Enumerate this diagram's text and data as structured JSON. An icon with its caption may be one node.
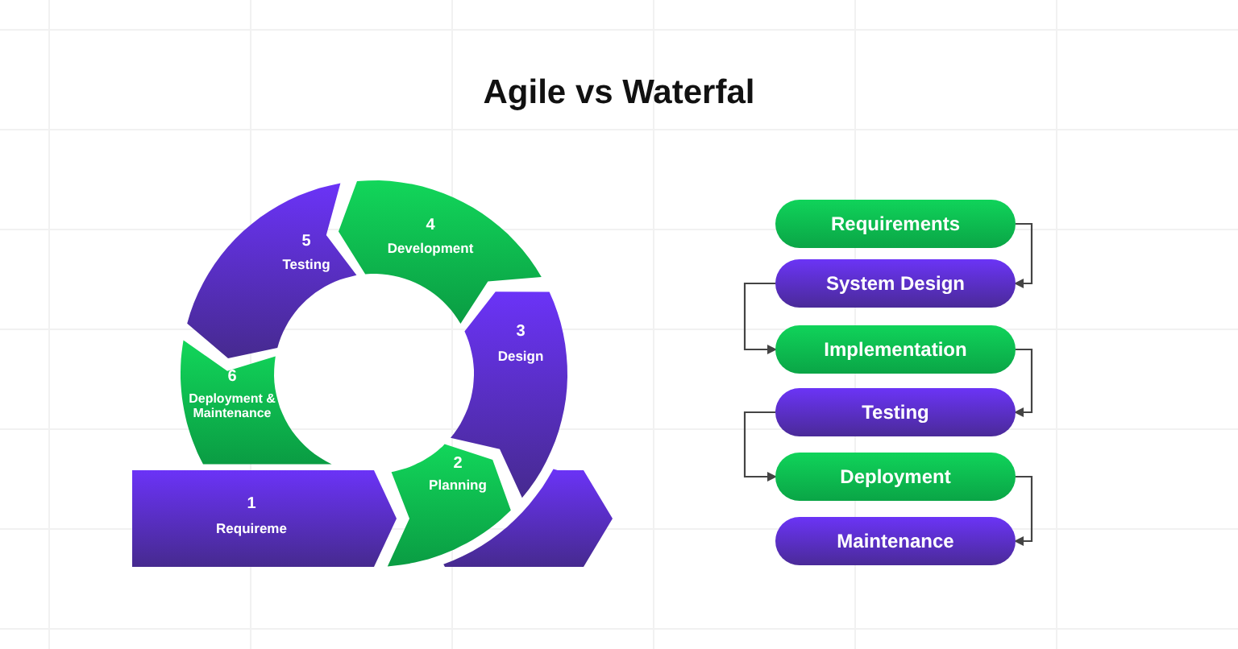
{
  "diagram": {
    "title": "Agile vs Waterfal",
    "nodes": [
      {
        "text": [
          "5",
          "Testing"
        ]
      },
      {
        "text": [
          "4",
          "Development"
        ]
      },
      {
        "text": [
          "3",
          "Design"
        ]
      },
      {
        "text": [
          "6",
          "Deployment & Maintenance"
        ]
      },
      {
        "text": [
          "2",
          "Planning"
        ]
      },
      {
        "text": [
          "1",
          "Requireme"
        ]
      },
      {
        "text": [],
        "shape": "arrow"
      },
      {
        "text": [
          "Requirements"
        ]
      },
      {
        "text": [
          "System Design"
        ]
      },
      {
        "text": [
          "Implementation"
        ]
      },
      {
        "text": [
          "Testing"
        ]
      },
      {
        "text": [
          "Deployment"
        ]
      },
      {
        "text": [
          "Maintenance"
        ]
      }
    ],
    "edges": [
      {
        "from": 7,
        "to": 8,
        "arrow": "to"
      },
      {
        "from": 8,
        "to": 9,
        "arrow": "to"
      },
      {
        "from": 9,
        "to": 10,
        "arrow": "to"
      },
      {
        "from": 10,
        "to": 11,
        "arrow": "to"
      },
      {
        "from": 11,
        "to": 12,
        "arrow": "to"
      }
    ]
  }
}
